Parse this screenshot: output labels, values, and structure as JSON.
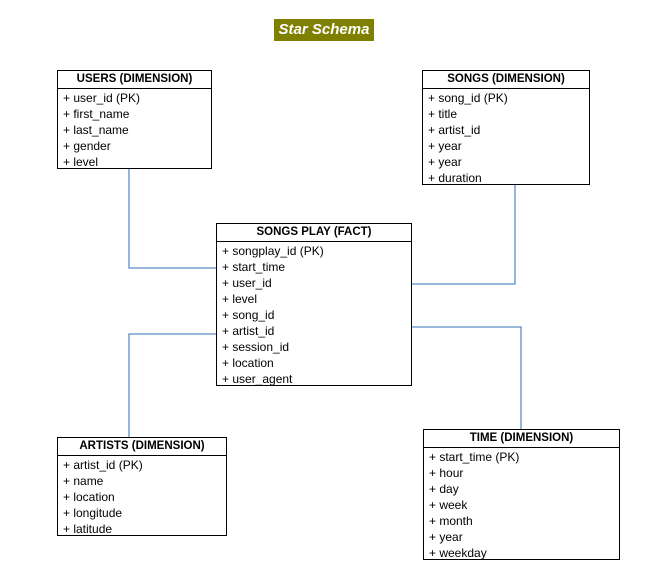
{
  "title": "Star Schema",
  "colors": {
    "title_bg": "#7f7f00",
    "title_text": "#ffffff",
    "connector": "#5b8fc7"
  },
  "entities": {
    "users": {
      "name": "USERS (DIMENSION)",
      "fields": [
        "+ user_id (PK)",
        "+ first_name",
        "+ last_name",
        "+ gender",
        "+ level"
      ]
    },
    "songs": {
      "name": "SONGS (DIMENSION)",
      "fields": [
        "+ song_id (PK)",
        "+ title",
        "+ artist_id",
        "+ year",
        "+ year",
        "+ duration"
      ]
    },
    "songplay": {
      "name": "SONGS PLAY (FACT)",
      "fields": [
        "+ songplay_id  (PK)",
        "+ start_time",
        "+ user_id",
        "+ level",
        "+ song_id",
        "+ artist_id",
        "+ session_id",
        "+ location",
        "+ user_agent"
      ]
    },
    "artists": {
      "name": "ARTISTS (DIMENSION)",
      "fields": [
        "+ artist_id (PK)",
        "+ name",
        "+ location",
        "+ longitude",
        "+ latitude"
      ]
    },
    "time": {
      "name": "TIME (DIMENSION)",
      "fields": [
        "+ start_time (PK)",
        "+ hour",
        "+ day",
        "+ week",
        "+ month",
        "+ year",
        "+ weekday"
      ]
    }
  }
}
